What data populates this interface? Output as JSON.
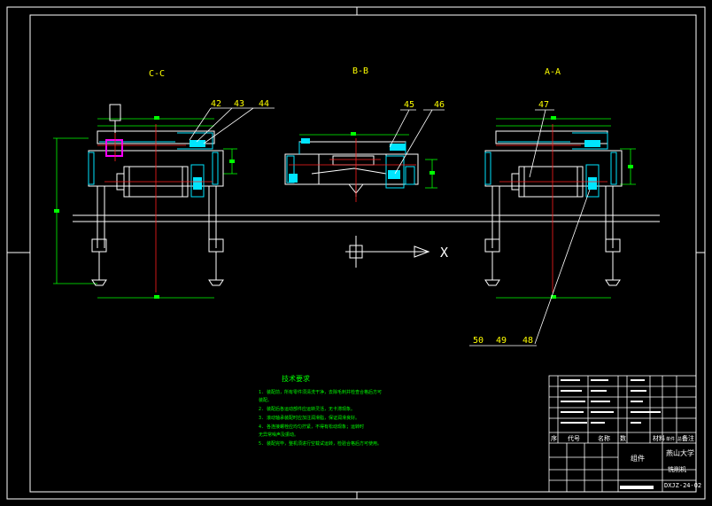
{
  "views": {
    "cc": {
      "label": "C-C"
    },
    "bb": {
      "label": "B-B"
    },
    "aa": {
      "label": "A-A"
    }
  },
  "callouts": {
    "c42": "42",
    "c43": "43",
    "c44": "44",
    "c45": "45",
    "c46": "46",
    "c47": "47",
    "c50": "50",
    "c49": "49",
    "c48": "48"
  },
  "axis": {
    "label": "X"
  },
  "notes": {
    "title": "技术要求",
    "lines": [
      "1. 装配前，所有零件须清洗干净，去除毛刺并检查合格后方可",
      "   装配。",
      "2. 装配后各运动部件应运转灵活，无卡滞现象。",
      "3. 滚动轴承装配时应加注润滑脂，保证润滑良好。",
      "4. 各连接螺栓应均匀拧紧，不得有松动现象；运转时",
      "   无异常噪声及振动。",
      "5. 装配完毕，整机须进行空载试运转，检验合格后方可使用。"
    ]
  },
  "title_block": {
    "university": "燕山大学",
    "drawing_name": "铣削机",
    "assembly_label": "组件",
    "drawing_no": "DXJZ-24-02",
    "bom_headers": [
      "序",
      "代号",
      "名称",
      "数",
      "材料",
      "单件 总计",
      "备注"
    ]
  },
  "colors": {
    "sheet_line": "#ffffff",
    "centerline": "#ff2020",
    "hidden": "#00e5ff",
    "hatch": "#00e5ff",
    "text_yellow": "#ffff00",
    "text_green": "#00ff00",
    "highlight": "#ff00ff"
  }
}
